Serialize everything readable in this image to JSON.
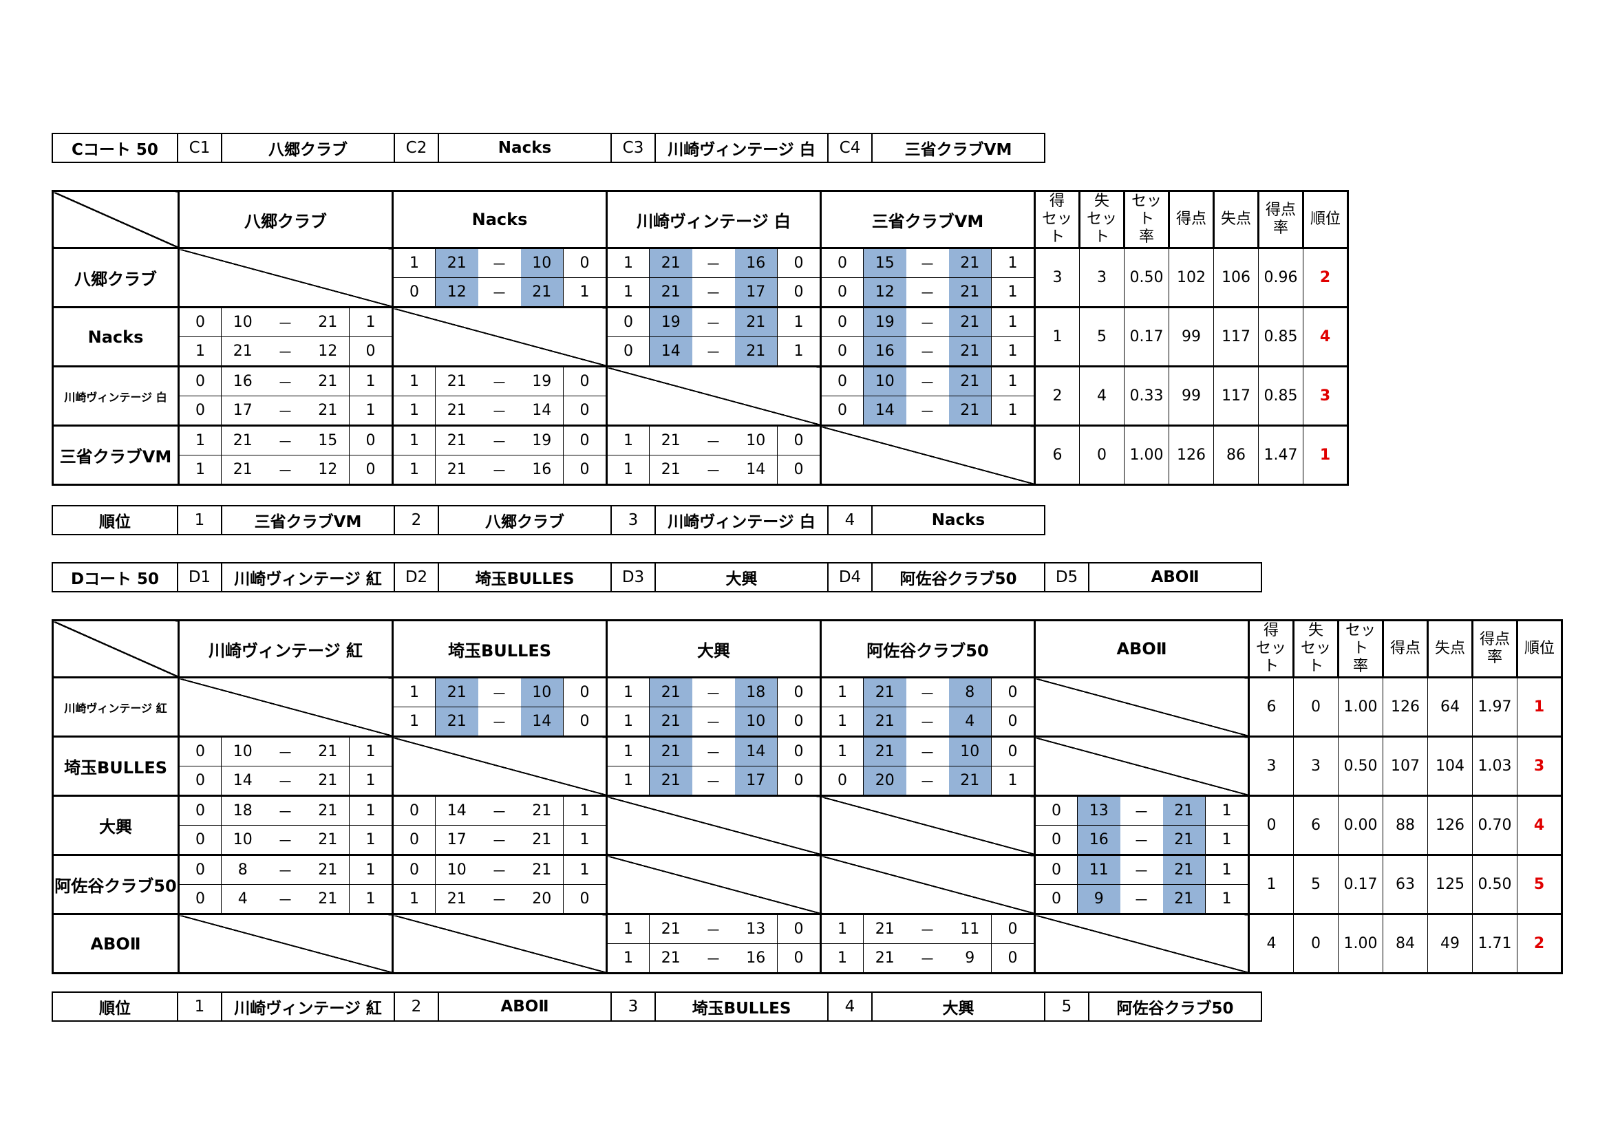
{
  "c_header": {
    "title": "Cコート 50",
    "slots": [
      [
        "C1",
        "八郷クラブ"
      ],
      [
        "C2",
        "Nacks"
      ],
      [
        "C3",
        "川崎ヴィンテージ 白"
      ],
      [
        "C4",
        "三省クラブVM"
      ]
    ]
  },
  "stat_headers": [
    "得\nセット",
    "失\nセット",
    "セット\n率",
    "得点",
    "失点",
    "得点\n率",
    "順位"
  ],
  "c_table": {
    "teams": [
      "八郷クラブ",
      "Nacks",
      "川崎ヴィンテージ 白",
      "三省クラブVM"
    ],
    "rows": [
      {
        "name": "八郷クラブ",
        "cells": [
          null,
          [
            [
              "1",
              "21",
              "10",
              "0"
            ],
            [
              "0",
              "12",
              "21",
              "1"
            ]
          ],
          [
            [
              "1",
              "21",
              "16",
              "0"
            ],
            [
              "1",
              "21",
              "17",
              "0"
            ]
          ],
          [
            [
              "0",
              "15",
              "21",
              "1"
            ],
            [
              "0",
              "12",
              "21",
              "1"
            ]
          ]
        ],
        "stats": [
          "3",
          "3",
          "0.50",
          "102",
          "106",
          "0.96",
          "2"
        ]
      },
      {
        "name": "Nacks",
        "cells": [
          [
            [
              "0",
              "10",
              "21",
              "1"
            ],
            [
              "1",
              "21",
              "12",
              "0"
            ]
          ],
          null,
          [
            [
              "0",
              "19",
              "21",
              "1"
            ],
            [
              "0",
              "14",
              "21",
              "1"
            ]
          ],
          [
            [
              "0",
              "19",
              "21",
              "1"
            ],
            [
              "0",
              "16",
              "21",
              "1"
            ]
          ]
        ],
        "stats": [
          "1",
          "5",
          "0.17",
          "99",
          "117",
          "0.85",
          "4"
        ]
      },
      {
        "name": "川崎ヴィンテージ 白",
        "cells": [
          [
            [
              "0",
              "16",
              "21",
              "1"
            ],
            [
              "0",
              "17",
              "21",
              "1"
            ]
          ],
          [
            [
              "1",
              "21",
              "19",
              "0"
            ],
            [
              "1",
              "21",
              "14",
              "0"
            ]
          ],
          null,
          [
            [
              "0",
              "10",
              "21",
              "1"
            ],
            [
              "0",
              "14",
              "21",
              "1"
            ]
          ]
        ],
        "stats": [
          "2",
          "4",
          "0.33",
          "99",
          "117",
          "0.85",
          "3"
        ]
      },
      {
        "name": "三省クラブVM",
        "cells": [
          [
            [
              "1",
              "21",
              "15",
              "0"
            ],
            [
              "1",
              "21",
              "12",
              "0"
            ]
          ],
          [
            [
              "1",
              "21",
              "19",
              "0"
            ],
            [
              "1",
              "21",
              "16",
              "0"
            ]
          ],
          [
            [
              "1",
              "21",
              "10",
              "0"
            ],
            [
              "1",
              "21",
              "14",
              "0"
            ]
          ],
          null
        ],
        "stats": [
          "6",
          "0",
          "1.00",
          "126",
          "86",
          "1.47",
          "1"
        ]
      }
    ],
    "highlight": [
      [
        0,
        1
      ],
      [
        0,
        2
      ],
      [
        0,
        3
      ],
      [
        1,
        2
      ],
      [
        1,
        3
      ],
      [
        2,
        3
      ]
    ]
  },
  "c_rank": {
    "label": "順位",
    "slots": [
      [
        "1",
        "三省クラブVM"
      ],
      [
        "2",
        "八郷クラブ"
      ],
      [
        "3",
        "川崎ヴィンテージ 白"
      ],
      [
        "4",
        "Nacks"
      ]
    ]
  },
  "d_header": {
    "title": "Dコート 50",
    "slots": [
      [
        "D1",
        "川崎ヴィンテージ 紅"
      ],
      [
        "D2",
        "埼玉BULLES"
      ],
      [
        "D3",
        "大興"
      ],
      [
        "D4",
        "阿佐谷クラブ50"
      ],
      [
        "D5",
        "ABOⅡ"
      ]
    ]
  },
  "d_table": {
    "teams": [
      "川崎ヴィンテージ 紅",
      "埼玉BULLES",
      "大興",
      "阿佐谷クラブ50",
      "ABOⅡ"
    ],
    "rows": [
      {
        "name": "川崎ヴィンテージ 紅",
        "cells": [
          null,
          [
            [
              "1",
              "21",
              "10",
              "0"
            ],
            [
              "1",
              "21",
              "14",
              "0"
            ]
          ],
          [
            [
              "1",
              "21",
              "18",
              "0"
            ],
            [
              "1",
              "21",
              "10",
              "0"
            ]
          ],
          [
            [
              "1",
              "21",
              "8",
              "0"
            ],
            [
              "1",
              "21",
              "4",
              "0"
            ]
          ],
          null
        ],
        "stats": [
          "6",
          "0",
          "1.00",
          "126",
          "64",
          "1.97",
          "1"
        ]
      },
      {
        "name": "埼玉BULLES",
        "cells": [
          [
            [
              "0",
              "10",
              "21",
              "1"
            ],
            [
              "0",
              "14",
              "21",
              "1"
            ]
          ],
          null,
          [
            [
              "1",
              "21",
              "14",
              "0"
            ],
            [
              "1",
              "21",
              "17",
              "0"
            ]
          ],
          [
            [
              "1",
              "21",
              "10",
              "0"
            ],
            [
              "0",
              "20",
              "21",
              "1"
            ]
          ],
          null
        ],
        "stats": [
          "3",
          "3",
          "0.50",
          "107",
          "104",
          "1.03",
          "3"
        ]
      },
      {
        "name": "大興",
        "cells": [
          [
            [
              "0",
              "18",
              "21",
              "1"
            ],
            [
              "0",
              "10",
              "21",
              "1"
            ]
          ],
          [
            [
              "0",
              "14",
              "21",
              "1"
            ],
            [
              "0",
              "17",
              "21",
              "1"
            ]
          ],
          null,
          null,
          [
            [
              "0",
              "13",
              "21",
              "1"
            ],
            [
              "0",
              "16",
              "21",
              "1"
            ]
          ]
        ],
        "stats": [
          "0",
          "6",
          "0.00",
          "88",
          "126",
          "0.70",
          "4"
        ]
      },
      {
        "name": "阿佐谷クラブ50",
        "cells": [
          [
            [
              "0",
              "8",
              "21",
              "1"
            ],
            [
              "0",
              "4",
              "21",
              "1"
            ]
          ],
          [
            [
              "0",
              "10",
              "21",
              "1"
            ],
            [
              "1",
              "21",
              "20",
              "0"
            ]
          ],
          null,
          null,
          [
            [
              "0",
              "11",
              "21",
              "1"
            ],
            [
              "0",
              "9",
              "21",
              "1"
            ]
          ]
        ],
        "stats": [
          "1",
          "5",
          "0.17",
          "63",
          "125",
          "0.50",
          "5"
        ]
      },
      {
        "name": "ABOⅡ",
        "cells": [
          null,
          null,
          [
            [
              "1",
              "21",
              "13",
              "0"
            ],
            [
              "1",
              "21",
              "16",
              "0"
            ]
          ],
          [
            [
              "1",
              "21",
              "11",
              "0"
            ],
            [
              "1",
              "21",
              "9",
              "0"
            ]
          ],
          null
        ],
        "stats": [
          "4",
          "0",
          "1.00",
          "84",
          "49",
          "1.71",
          "2"
        ]
      }
    ],
    "highlight": [
      [
        0,
        1
      ],
      [
        0,
        2
      ],
      [
        0,
        3
      ],
      [
        1,
        2
      ],
      [
        1,
        3
      ],
      [
        2,
        4
      ],
      [
        3,
        4
      ]
    ]
  },
  "d_rank": {
    "label": "順位",
    "slots": [
      [
        "1",
        "川崎ヴィンテージ 紅"
      ],
      [
        "2",
        "ABOⅡ"
      ],
      [
        "3",
        "埼玉BULLES"
      ],
      [
        "4",
        "大興"
      ],
      [
        "5",
        "阿佐谷クラブ50"
      ]
    ]
  }
}
